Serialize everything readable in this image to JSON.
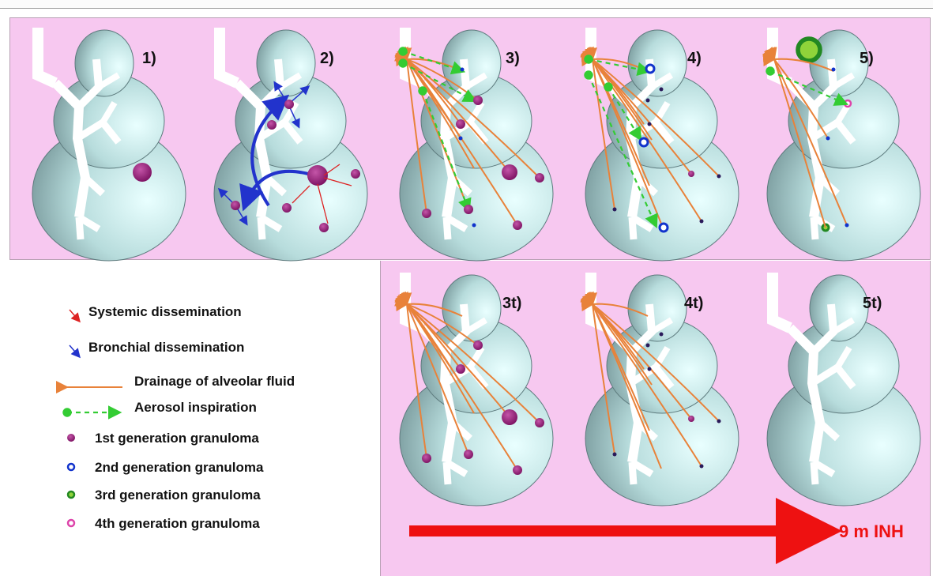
{
  "stages": [
    {
      "id": "1",
      "label": "1)"
    },
    {
      "id": "2",
      "label": "2)"
    },
    {
      "id": "3",
      "label": "3)"
    },
    {
      "id": "4",
      "label": "4)"
    },
    {
      "id": "5",
      "label": "5)"
    },
    {
      "id": "3t",
      "label": "3t)"
    },
    {
      "id": "4t",
      "label": "4t)"
    },
    {
      "id": "5t",
      "label": "5t)"
    }
  ],
  "legend": {
    "systemic": "Systemic dissemination",
    "bronchial": "Bronchial dissemination",
    "drainage": "Drainage of alveolar fluid",
    "aerosol": "Aerosol inspiration",
    "gen1": "1st generation granuloma",
    "gen2": "2nd generation granuloma",
    "gen3": "3rd generation granuloma",
    "gen4": "4th generation granuloma"
  },
  "timeline": {
    "label": "9 m INH"
  },
  "colors": {
    "background_pink": "#f7c8f0",
    "systemic_arrow": "#dd2222",
    "bronchial_arrow": "#2233cc",
    "drainage_line": "#e8823a",
    "aerosol_line": "#33cc33",
    "gen1": "#8a1a6e",
    "gen2": "#1133cc",
    "gen3": "#228822",
    "gen4": "#dd44aa",
    "timeline_arrow": "#ee1111"
  }
}
